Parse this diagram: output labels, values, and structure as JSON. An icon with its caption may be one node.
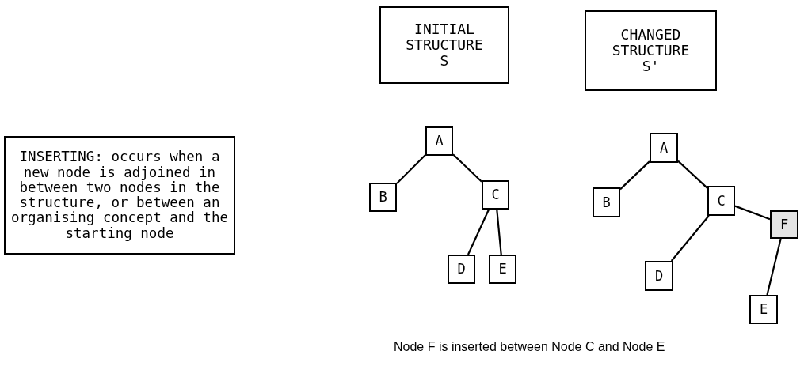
{
  "diagram": {
    "caption": "Node F is inserted between Node C and Node E",
    "nodes": [
      {
        "text": [
          "INSERTING: occurs when a new node is adjoined in between two nodes in the structure, or between an organising concept and the starting node"
        ]
      },
      {
        "text": [
          "INITIAL STRUCTURE S"
        ]
      },
      {
        "text": [
          "CHANGED STRUCTURE S'"
        ]
      },
      {
        "text": [
          "A"
        ]
      },
      {
        "text": [
          "B"
        ]
      },
      {
        "text": [
          "C"
        ]
      },
      {
        "text": [
          "D"
        ]
      },
      {
        "text": [
          "E"
        ]
      },
      {
        "text": [
          "A"
        ]
      },
      {
        "text": [
          "B"
        ]
      },
      {
        "text": [
          "C"
        ]
      },
      {
        "text": [
          "F"
        ]
      },
      {
        "text": [
          "D"
        ]
      },
      {
        "text": [
          "E"
        ]
      }
    ],
    "edges": [
      {
        "from": 3,
        "to": 4,
        "arrow": "none"
      },
      {
        "from": 3,
        "to": 5,
        "arrow": "none"
      },
      {
        "from": 5,
        "to": 6,
        "arrow": "none"
      },
      {
        "from": 5,
        "to": 7,
        "arrow": "none"
      },
      {
        "from": 8,
        "to": 9,
        "arrow": "none"
      },
      {
        "from": 8,
        "to": 10,
        "arrow": "none"
      },
      {
        "from": 10,
        "to": 11,
        "arrow": "none"
      },
      {
        "from": 10,
        "to": 12,
        "arrow": "none"
      },
      {
        "from": 11,
        "to": 13,
        "arrow": "none"
      }
    ]
  }
}
